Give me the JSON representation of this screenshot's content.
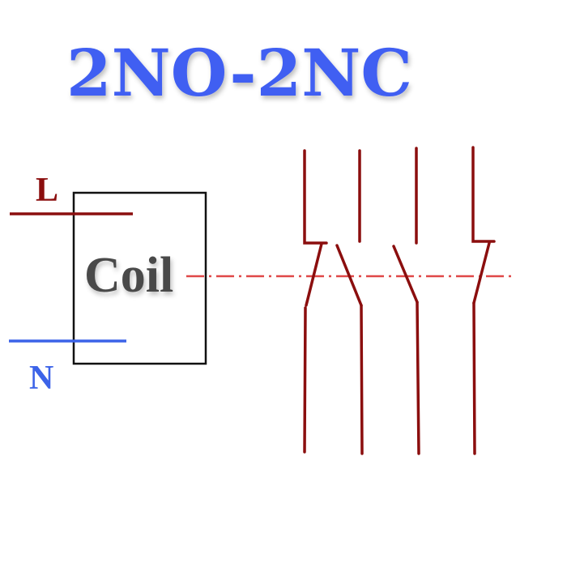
{
  "title": "2NO-2NC",
  "coil": {
    "label": "Coil"
  },
  "lines": {
    "live": "L",
    "neutral": "N"
  },
  "colors": {
    "title": "#3f5ef2",
    "live": "#8b0e0e",
    "neutral": "#3c63e8",
    "coil_text": "#4a4a4a",
    "coil_border": "#111111",
    "contact": "#8b0e0e",
    "linkage": "#e04848"
  },
  "contacts": [
    {
      "type": "NC"
    },
    {
      "type": "NO"
    },
    {
      "type": "NO"
    },
    {
      "type": "NC"
    }
  ]
}
